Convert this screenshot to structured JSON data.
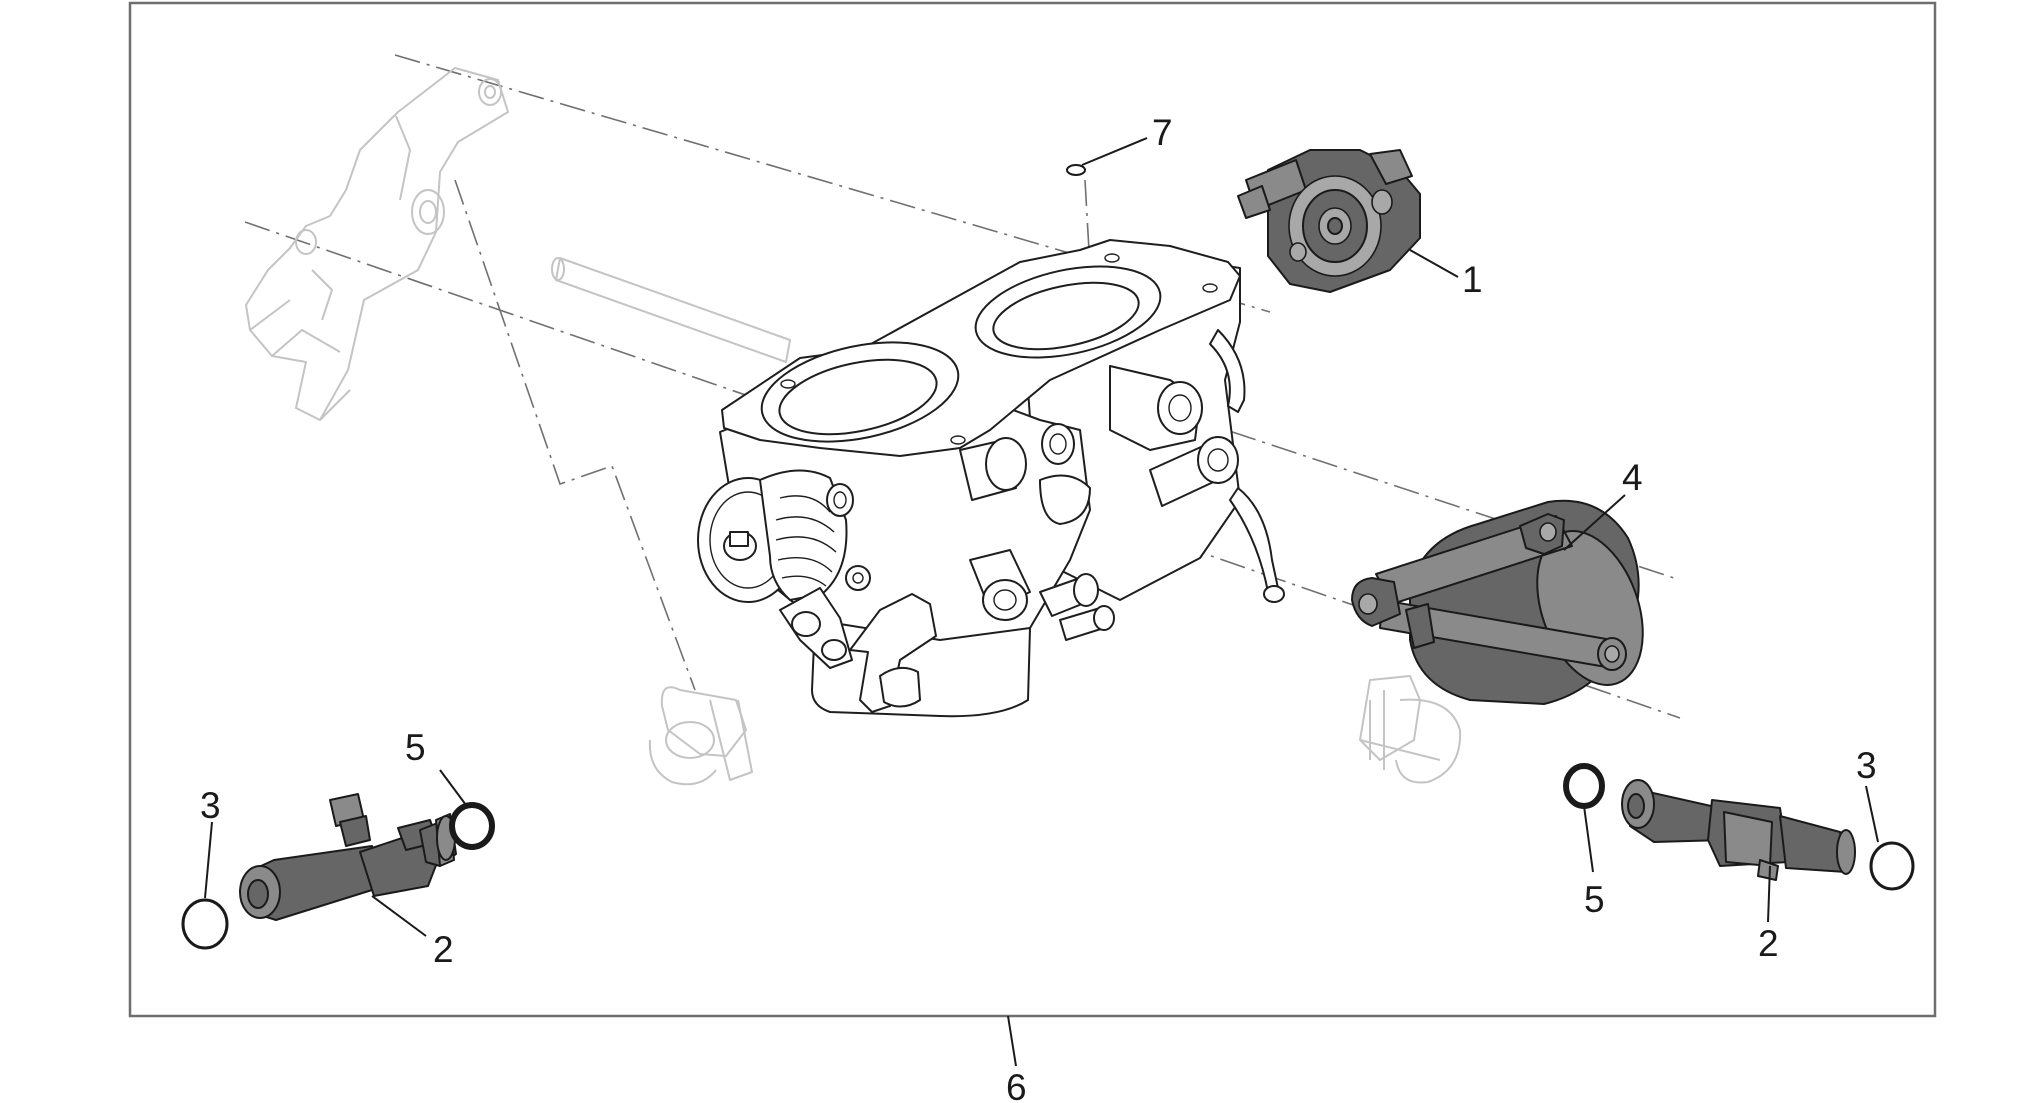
{
  "callouts": {
    "c1": "1",
    "c2_left": "2",
    "c2_right": "2",
    "c3_left": "3",
    "c3_right": "3",
    "c4": "4",
    "c5_left": "5",
    "c5_right": "5",
    "c6": "6",
    "c7": "7"
  }
}
